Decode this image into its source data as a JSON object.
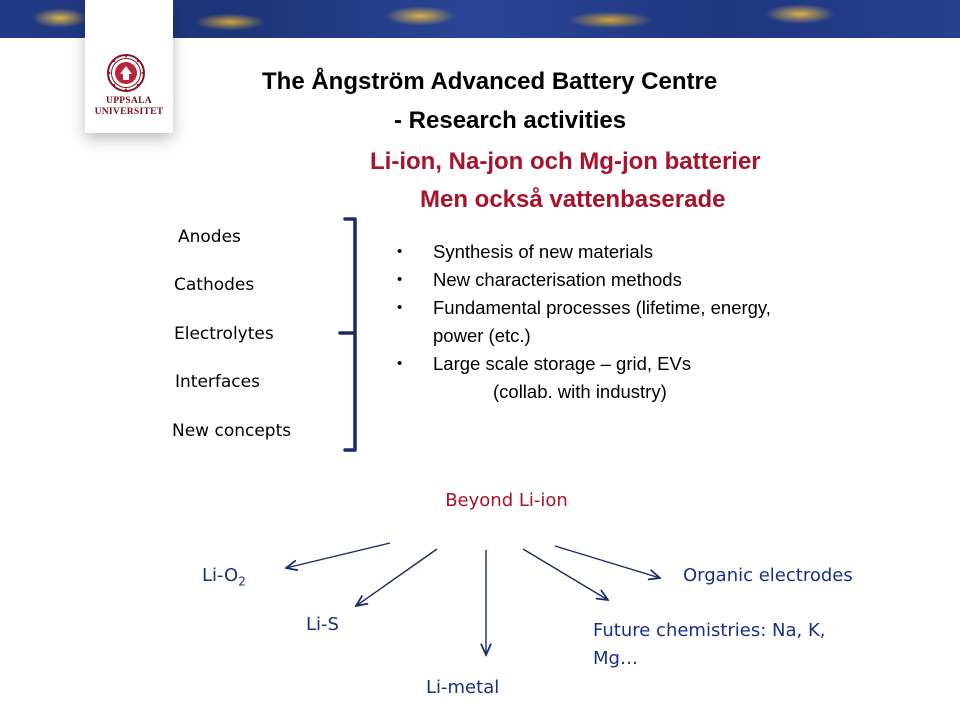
{
  "logo": {
    "line1": "UPPSALA",
    "line2": "UNIVERSITET"
  },
  "title": {
    "line1": "The Ångström Advanced Battery Centre",
    "line2": "- Research activities"
  },
  "subtitle": {
    "line1": "Li-ion, Na-jon och Mg-jon batterier",
    "line2": "Men också vattenbaserade"
  },
  "categories": [
    "Anodes",
    "Cathodes",
    "Electrolytes",
    "Interfaces",
    "New concepts"
  ],
  "bullets": {
    "b1": "Synthesis of new materials",
    "b2": "New characterisation methods",
    "b3_line1": "Fundamental processes (lifetime, energy,",
    "b3_line2": "power (etc.)",
    "b4_line1": "Large scale storage – grid, EVs",
    "b4_line2": "(collab. with industry)"
  },
  "beyond": {
    "title": "Beyond Li-ion",
    "li_o2_base": "Li-O",
    "li_o2_sub": "2",
    "organic": "Organic electrodes",
    "li_s": "Li-S",
    "future_line1": "Future chemistries: Na, K,",
    "future_line2": "Mg…",
    "li_metal": "Li-metal"
  },
  "colors": {
    "accent_red": "#a8122a",
    "node_blue": "#1a2f8a",
    "bracket_navy": "#1b2a6b"
  }
}
